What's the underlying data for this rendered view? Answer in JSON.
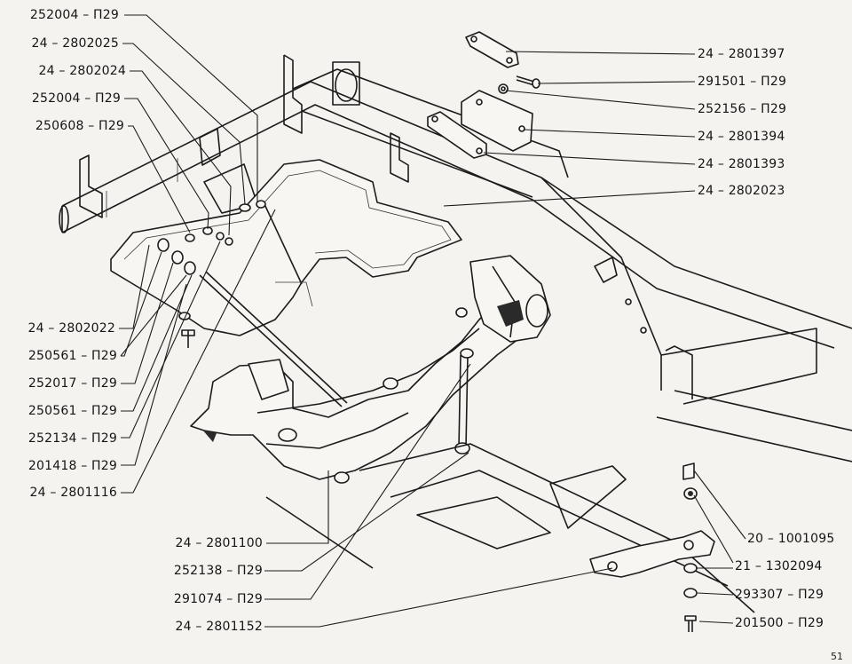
{
  "callouts_left": [
    {
      "id": "252004-p29-a",
      "text": "252004 – П29"
    },
    {
      "id": "24-2802025",
      "text": "24 – 2802025"
    },
    {
      "id": "24-2802024",
      "text": "24 – 2802024"
    },
    {
      "id": "252004-p29-b",
      "text": "252004 – П29"
    },
    {
      "id": "250608-p29",
      "text": "250608 – П29"
    },
    {
      "id": "24-2802022",
      "text": "24 – 2802022"
    },
    {
      "id": "250561-p29-a",
      "text": "250561 – П29"
    },
    {
      "id": "252017-p29",
      "text": "252017 – П29"
    },
    {
      "id": "250561-p29-b",
      "text": "250561 – П29"
    },
    {
      "id": "252134-p29",
      "text": "252134 – П29"
    },
    {
      "id": "201418-p29",
      "text": "201418 – П29"
    },
    {
      "id": "24-2801116",
      "text": "24 – 2801116"
    },
    {
      "id": "24-2801100",
      "text": "24 – 2801100"
    },
    {
      "id": "252138-p29",
      "text": "252138 – П29"
    },
    {
      "id": "291074-p29",
      "text": "291074 – П29"
    },
    {
      "id": "24-2801152",
      "text": "24 – 2801152"
    }
  ],
  "callouts_right": [
    {
      "id": "24-2801397",
      "text": "24 – 2801397"
    },
    {
      "id": "291501-p29",
      "text": "291501 – П29"
    },
    {
      "id": "252156-p29",
      "text": "252156 – П29"
    },
    {
      "id": "24-2801394",
      "text": "24 – 2801394"
    },
    {
      "id": "24-2801393",
      "text": "24 – 2801393"
    },
    {
      "id": "24-2802023",
      "text": "24 – 2802023"
    },
    {
      "id": "20-1001095",
      "text": "20 – 1001095"
    },
    {
      "id": "21-1302094",
      "text": "21 – 1302094"
    },
    {
      "id": "293307-p29",
      "text": "293307 – П29"
    },
    {
      "id": "201500-p29",
      "text": "201500 – П29"
    }
  ],
  "page_number": "51"
}
